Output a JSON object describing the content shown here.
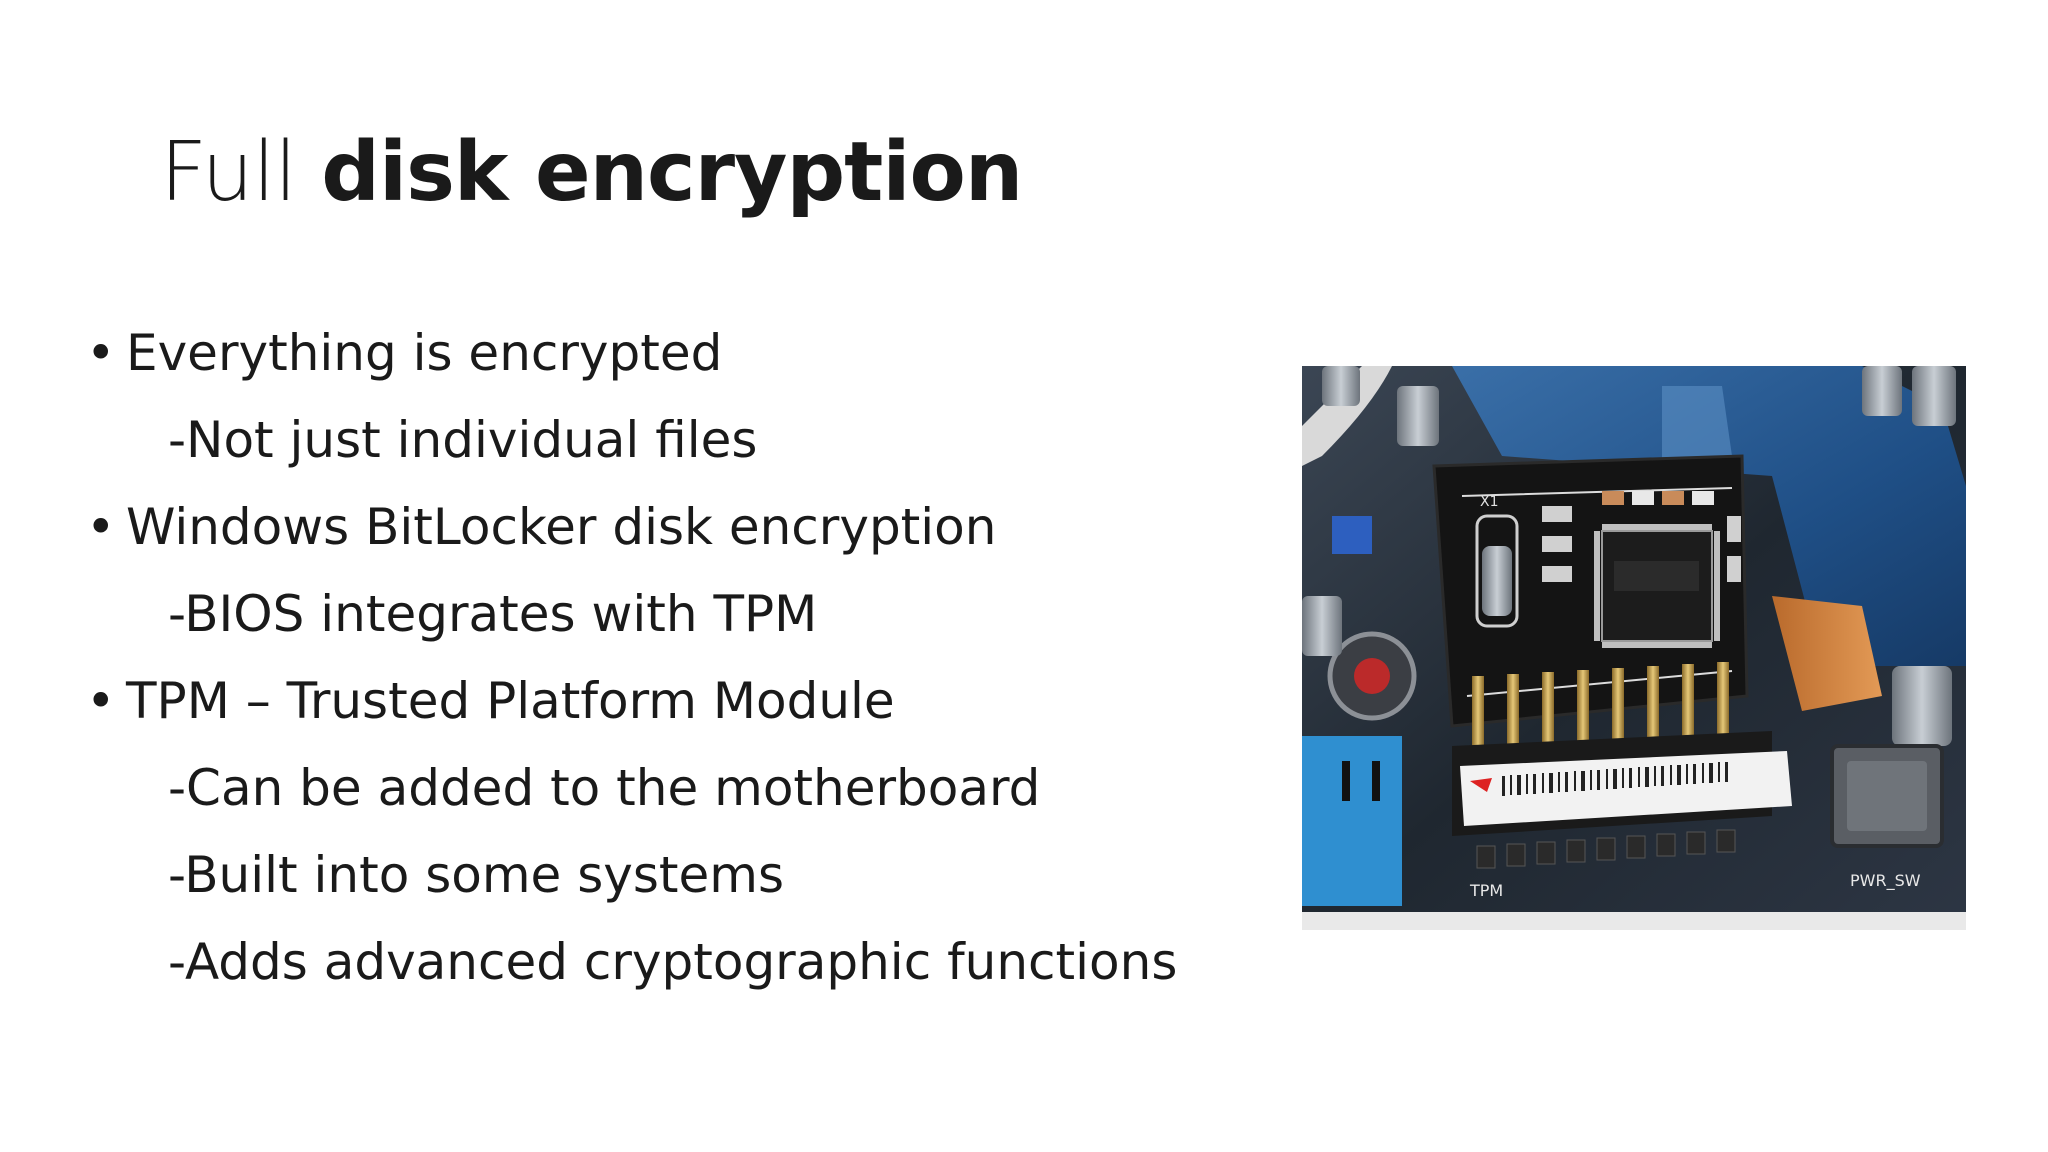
{
  "slide": {
    "title_light": "Full ",
    "title_bold": "disk encryption",
    "content": [
      {
        "kind": "bullet",
        "text": "Everything is encrypted"
      },
      {
        "kind": "sub",
        "text": "-Not just individual files"
      },
      {
        "kind": "bullet",
        "text": "Windows BitLocker disk encryption"
      },
      {
        "kind": "sub",
        "text": "-BIOS integrates with TPM"
      },
      {
        "kind": "bullet",
        "text": "TPM – Trusted Platform Module"
      },
      {
        "kind": "sub",
        "text": "-Can be added to the motherboard"
      },
      {
        "kind": "sub",
        "text": "-Built into some systems"
      },
      {
        "kind": "sub",
        "text": "-Adds advanced cryptographic functions"
      }
    ],
    "bullet_glyph": "•",
    "photo": {
      "label_tpm": "TPM",
      "label_pwr": "PWR_SW",
      "label_x1": "X1"
    }
  }
}
